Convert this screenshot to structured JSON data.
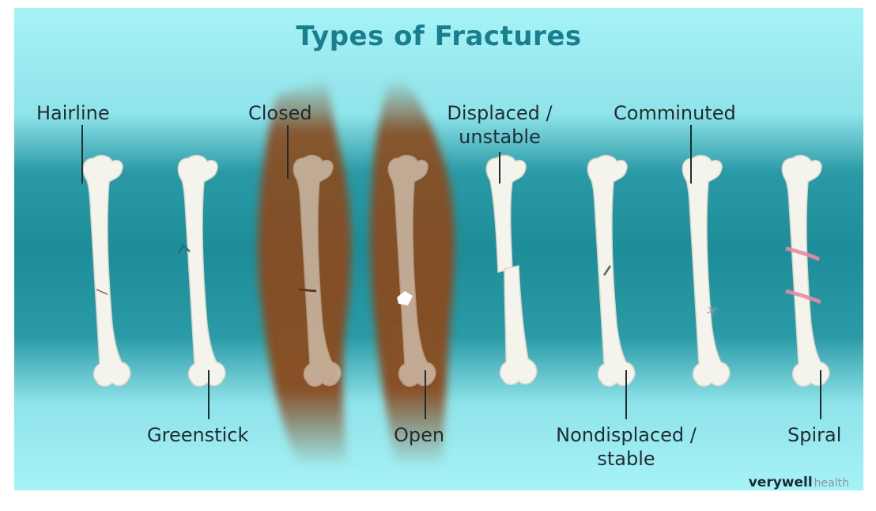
{
  "title": "Types of Fractures",
  "labels": {
    "hairline": "Hairline",
    "greenstick": "Greenstick",
    "closed": "Closed",
    "open": "Open",
    "displaced_line1": "Displaced /",
    "displaced_line2": "unstable",
    "nondisplaced_line1": "Nondisplaced /",
    "nondisplaced_line2": "stable",
    "comminuted": "Comminuted",
    "spiral": "Spiral"
  },
  "brand": {
    "part1": "verywell",
    "part2": "health"
  },
  "colors": {
    "background_light": "#a6f3f7",
    "background_band": "#1d8d99",
    "bone": "#f4f3ec",
    "skin": "#8a4a1e",
    "fracture_mark": "#e98aa6",
    "title": "#1a7f8c"
  }
}
